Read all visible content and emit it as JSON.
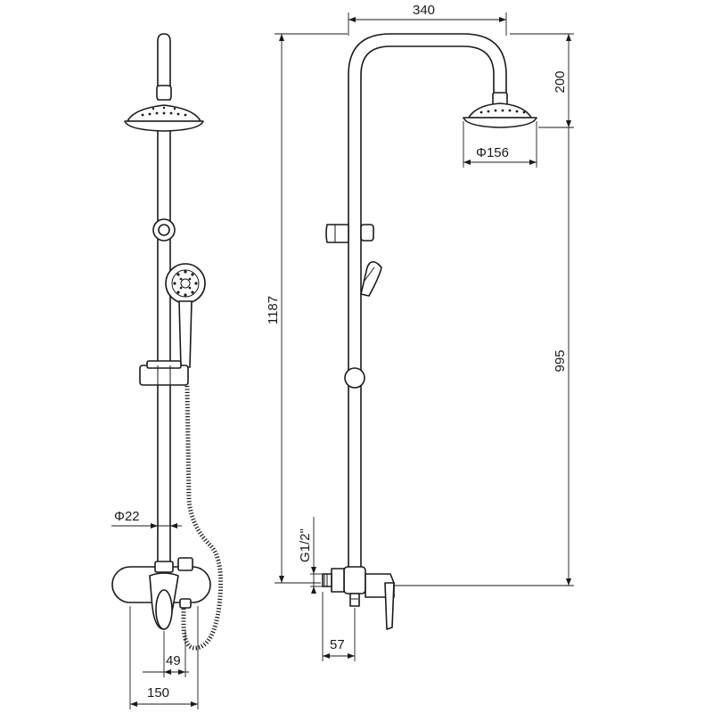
{
  "dimensions": {
    "top_width": "340",
    "arm_drop": "200",
    "head_diameter": "Φ156",
    "total_height": "1187",
    "mixer_to_head": "995",
    "pipe_diameter": "Φ22",
    "inlet_thread": "G1/2\"",
    "mixer_width_49": "49",
    "mixer_width_150": "150",
    "wall_offset": "57"
  },
  "colors": {
    "line": "#1a1a1a",
    "background": "#ffffff"
  }
}
